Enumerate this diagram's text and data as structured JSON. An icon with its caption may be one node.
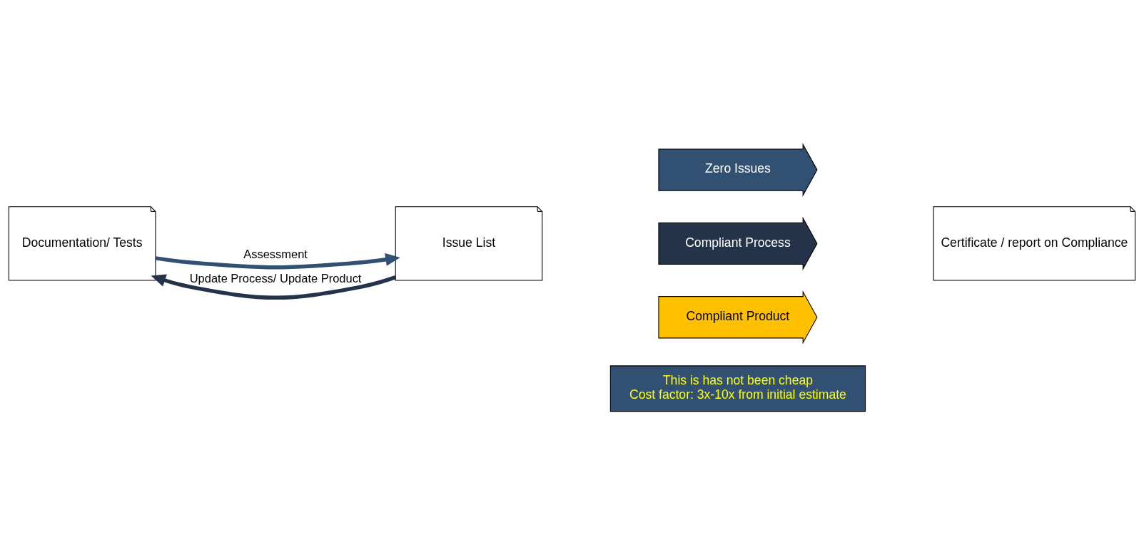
{
  "diagram": {
    "nodes": [
      {
        "text": [
          "This is has not been cheap",
          "Cost factor: 3x-10x from initial estimate"
        ]
      },
      {
        "text": [
          "Documentation/ Tests"
        ]
      },
      {
        "text": [
          "Issue List"
        ]
      },
      {
        "text": [
          "Zero Issues"
        ]
      },
      {
        "text": [
          "Compliant Process"
        ]
      },
      {
        "text": [
          "Compliant Product"
        ]
      },
      {
        "text": [
          "Certificate / report on Compliance"
        ]
      }
    ],
    "edges": [
      {
        "from": 1,
        "to": 2,
        "arrow": "to",
        "label": "Assessment",
        "color": "#325072"
      },
      {
        "from": 2,
        "to": 1,
        "arrow": "to",
        "label": "Update Process/ Update Product",
        "color": "#243349"
      }
    ]
  }
}
